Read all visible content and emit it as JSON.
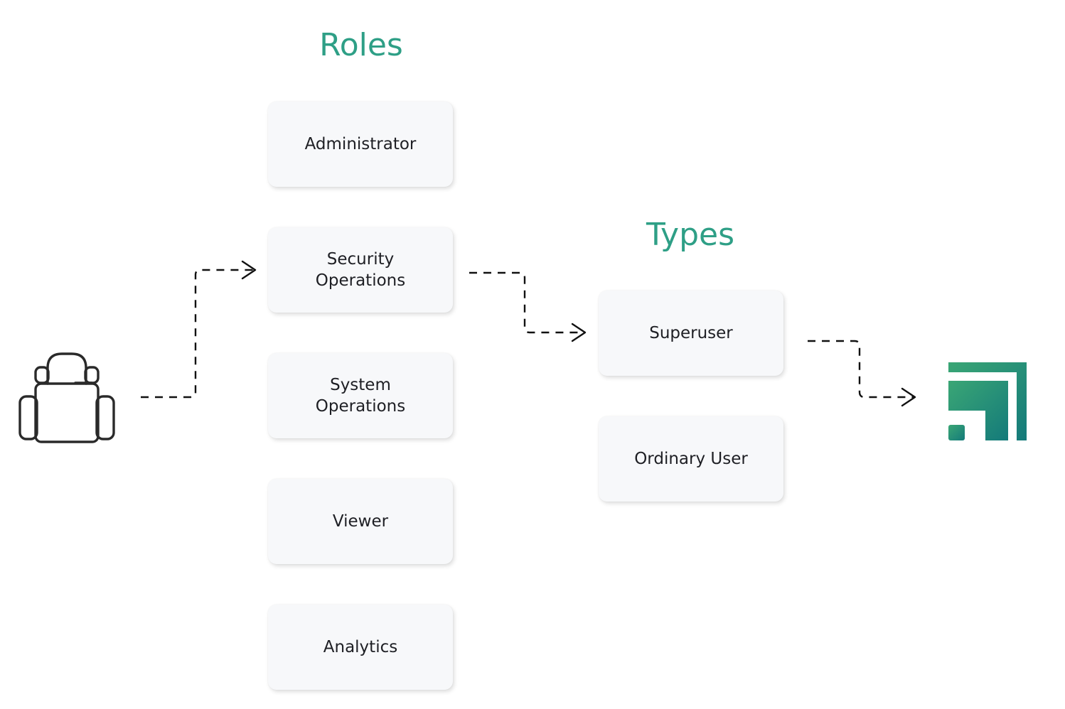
{
  "headings": {
    "roles": "Roles",
    "types": "Types"
  },
  "roles": [
    "Administrator",
    "Security\nOperations",
    "System\nOperations",
    "Viewer",
    "Analytics"
  ],
  "types": [
    "Superuser",
    "Ordinary User"
  ],
  "icons": {
    "source": "user-headset-icon",
    "target": "brand-logo-icon"
  },
  "colors": {
    "heading_accent": "#2e9f86",
    "logo_top": "#3aa675",
    "logo_bottom": "#147a7a"
  }
}
